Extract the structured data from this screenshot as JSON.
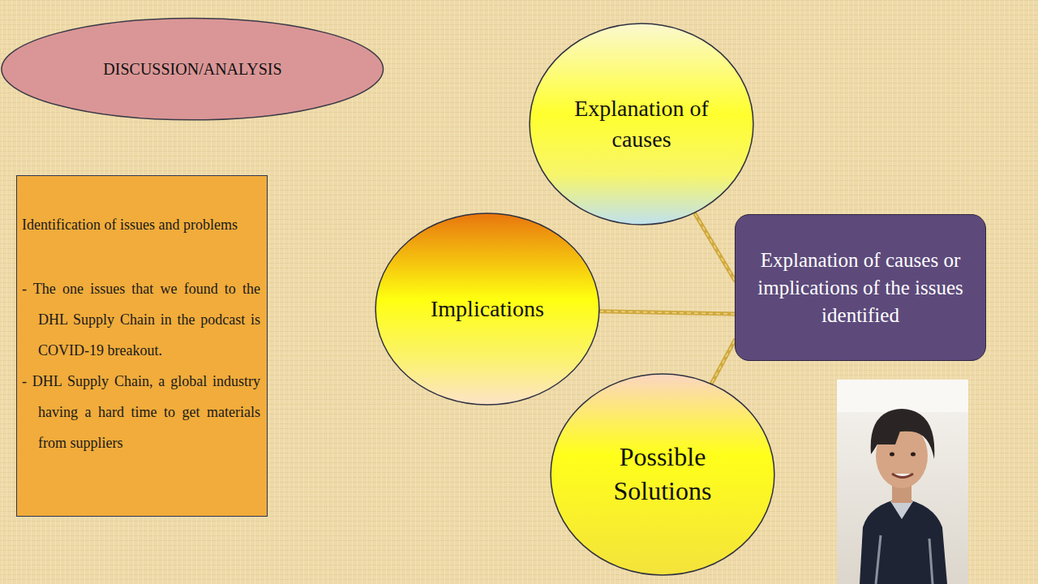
{
  "diagram": {
    "nodes": [
      {
        "text": [
          "DISCUSSION/ANALYSIS"
        ]
      },
      {
        "text": [
          "Identification of issues and problems",
          "- The one issues that we found to the DHL Supply Chain in the podcast is COVID-19 breakout.",
          "- DHL Supply Chain, a global industry having a hard time to get materials from suppliers"
        ]
      },
      {
        "text": [
          "Explanation of causes"
        ]
      },
      {
        "text": [
          "Implications"
        ]
      },
      {
        "text": [
          "Explanation of causes or implications of the issues identified"
        ]
      },
      {
        "text": [
          "Possible Solutions"
        ]
      }
    ],
    "edges": [
      {
        "from": 4,
        "to": 2,
        "arrow": "none"
      },
      {
        "from": 4,
        "to": 3,
        "arrow": "none"
      },
      {
        "from": 4,
        "to": 5,
        "arrow": "none"
      }
    ]
  }
}
